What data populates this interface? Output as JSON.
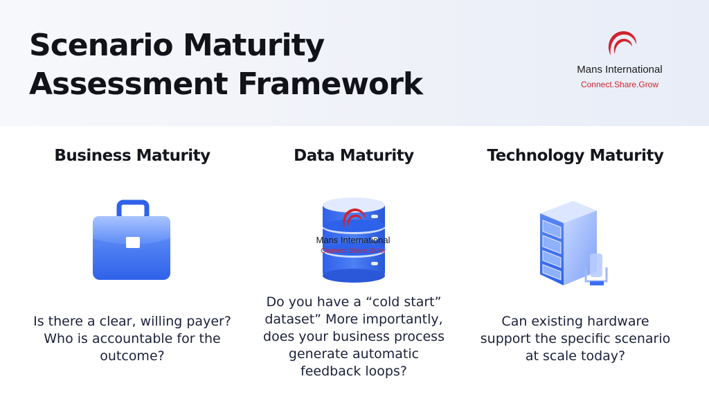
{
  "header": {
    "title_line1": "Scenario Maturity",
    "title_line2": "Assessment Framework"
  },
  "logo": {
    "name": "Mans International",
    "tagline": "Connect.Share.Grow",
    "icon": "red-crescent-swoosh-icon",
    "accent_color": "#d0232e"
  },
  "watermark": {
    "name": "Mans International",
    "tagline": "Connect.Share.Grow"
  },
  "columns": [
    {
      "title": "Business Maturity",
      "icon": "briefcase-icon",
      "lines": [
        "Is there a clear, willing payer?",
        "Who is accountable for the",
        "outcome?"
      ]
    },
    {
      "title": "Data Maturity",
      "icon": "database-icon",
      "lines": [
        "Do you have a “cold start”",
        "dataset” More importantly,",
        "does your business process",
        "generate automatic",
        "feedback loops?"
      ]
    },
    {
      "title": "Technology Maturity",
      "icon": "server-icon",
      "lines": [
        "Can existing hardware",
        "support the specific scenario",
        "at scale today?"
      ]
    }
  ],
  "colors": {
    "icon_blue": "#3b6ff0",
    "text_dark": "#1b1f3a"
  }
}
